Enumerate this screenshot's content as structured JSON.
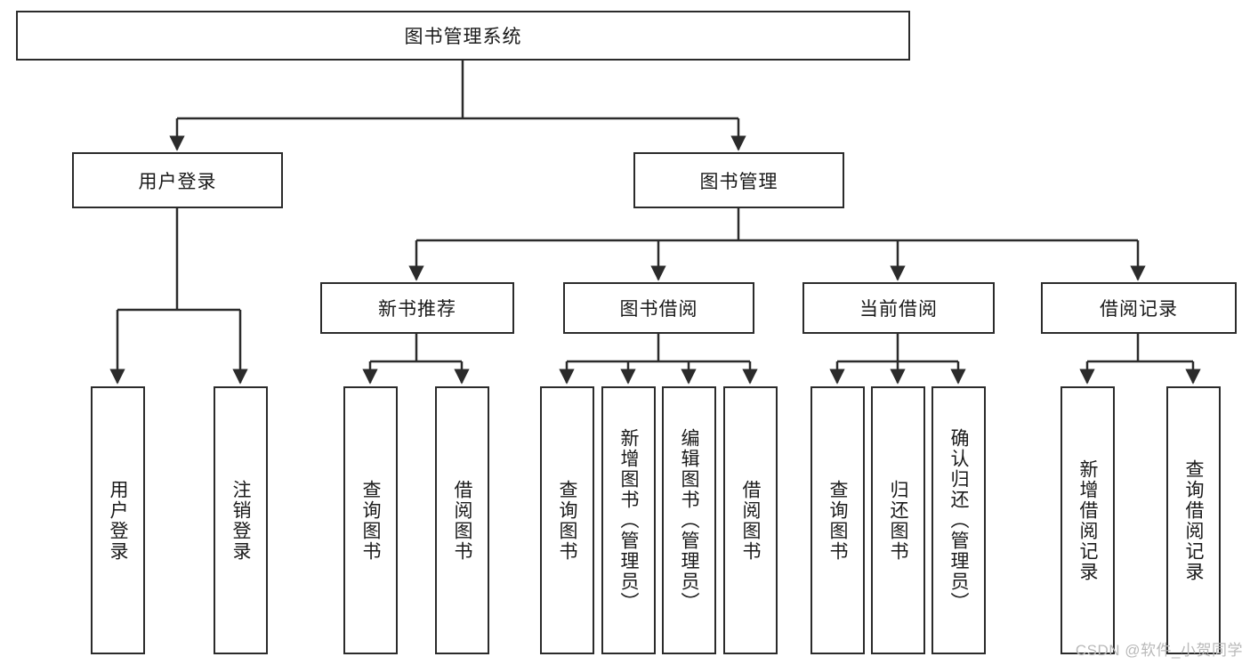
{
  "diagram": {
    "type": "tree",
    "title": "图书管理系统",
    "root": {
      "label": "图书管理系统"
    },
    "level1": [
      {
        "label": "用户登录"
      },
      {
        "label": "图书管理"
      }
    ],
    "level2": [
      {
        "label": "新书推荐"
      },
      {
        "label": "图书借阅"
      },
      {
        "label": "当前借阅"
      },
      {
        "label": "借阅记录"
      }
    ],
    "leaves": {
      "user_login": [
        {
          "label": "用户登录"
        },
        {
          "label": "注销登录"
        }
      ],
      "new_book_recommend": [
        {
          "label": "查询图书"
        },
        {
          "label": "借阅图书"
        }
      ],
      "book_borrow": [
        {
          "label": "查询图书"
        },
        {
          "label": "新增图书（管理员）"
        },
        {
          "label": "编辑图书（管理员）"
        },
        {
          "label": "借阅图书"
        }
      ],
      "current_borrow": [
        {
          "label": "查询图书"
        },
        {
          "label": "归还图书"
        },
        {
          "label": "确认归还（管理员）"
        }
      ],
      "borrow_record": [
        {
          "label": "新增借阅记录"
        },
        {
          "label": "查询借阅记录"
        }
      ]
    }
  },
  "watermark": {
    "text": "CSDN @软件_小贺同学"
  },
  "colors": {
    "stroke": "#2b2b2b",
    "background": "#ffffff",
    "text": "#1a1a1a",
    "watermark": "#b9b9b9"
  }
}
